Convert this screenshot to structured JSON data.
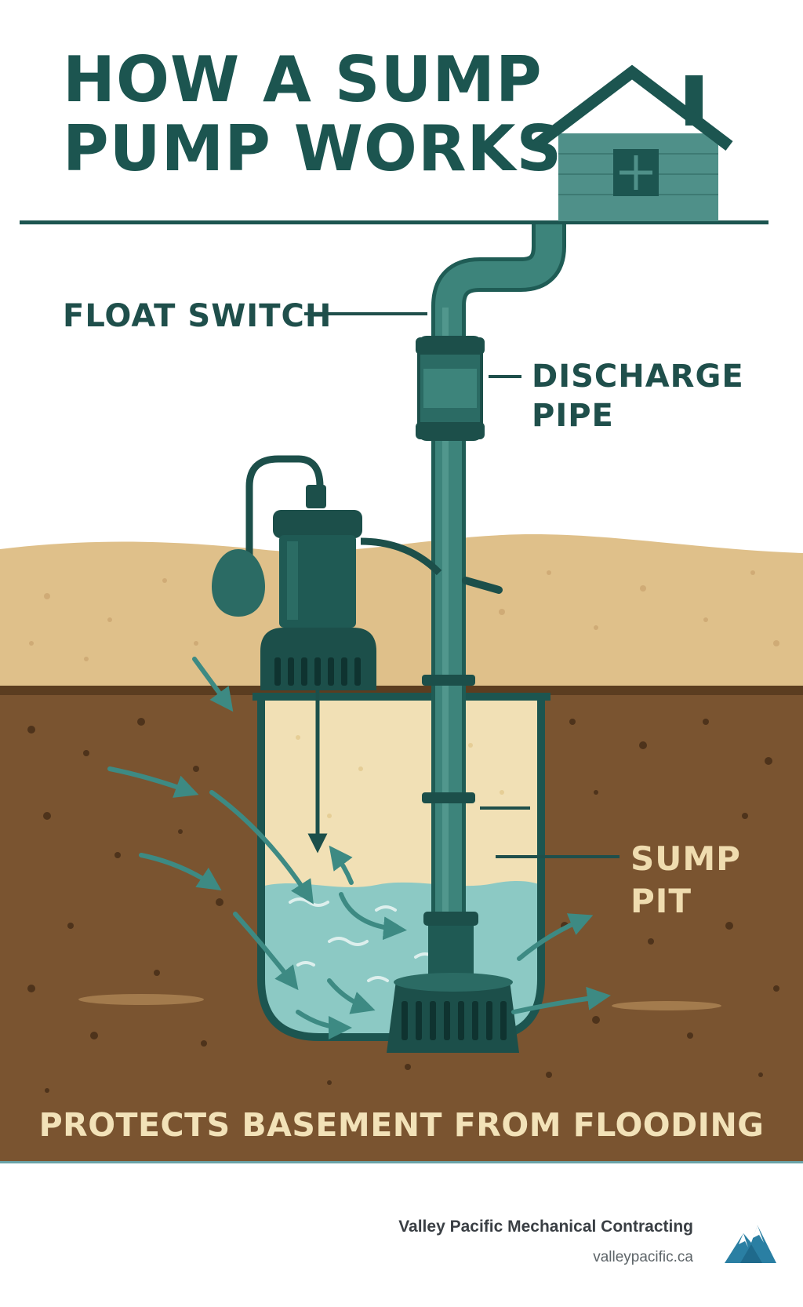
{
  "title": {
    "line1": "HOW A SUMP",
    "line2": "PUMP WORKS"
  },
  "labels": {
    "float_switch": "FLOAT SWITCH",
    "discharge_line1": "DISCHARGE",
    "discharge_line2": "PIPE",
    "sump_line1": "SUMP",
    "sump_line2": "PIT"
  },
  "tagline": "PROTECTS BASEMENT FROM FLOODING",
  "footer": {
    "company": "Valley Pacific Mechanical Contracting",
    "url": "valleypacific.ca"
  },
  "colors": {
    "teal_dark": "#1c5550",
    "teal": "#3d847b",
    "water": "#8cc9c4",
    "sand": "#dfc08a",
    "soil": "#7a5430",
    "pit_fill": "#f1e0b5"
  },
  "icons": [
    "house-icon",
    "mountain-logo-icon"
  ]
}
